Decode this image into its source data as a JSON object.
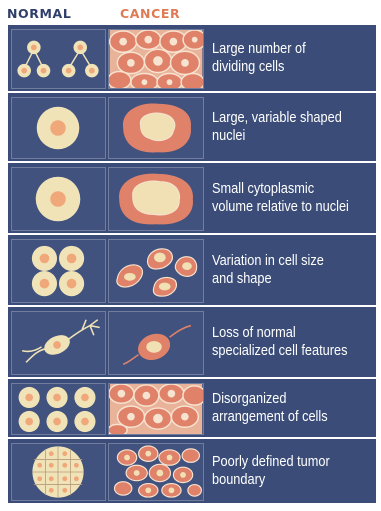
{
  "header": {
    "normal": "NORMAL",
    "cancer": "CANCER"
  },
  "rows": [
    {
      "lines": [
        "Large number of",
        "dividing cells"
      ]
    },
    {
      "lines": [
        "Large, variable shaped",
        "nuclei"
      ]
    },
    {
      "lines": [
        "Small cytoplasmic",
        "volume relative to nuclei"
      ]
    },
    {
      "lines": [
        "Variation in cell size",
        "and shape"
      ]
    },
    {
      "lines": [
        "Loss of normal",
        "specialized cell features"
      ]
    },
    {
      "lines": [
        "Disorganized",
        "arrangement of cells"
      ]
    },
    {
      "lines": [
        "Poorly defined tumor",
        "boundary"
      ]
    }
  ],
  "colors": {
    "panel": "#3a4c77",
    "cytoplasm_normal": "#f1e3b8",
    "nucleus_normal": "#f0a77a",
    "cell_cancer": "#e0826a",
    "nucleus_cancer": "#f1e0b3",
    "header_normal": "#2f3f6a",
    "header_cancer": "#e07a54"
  }
}
